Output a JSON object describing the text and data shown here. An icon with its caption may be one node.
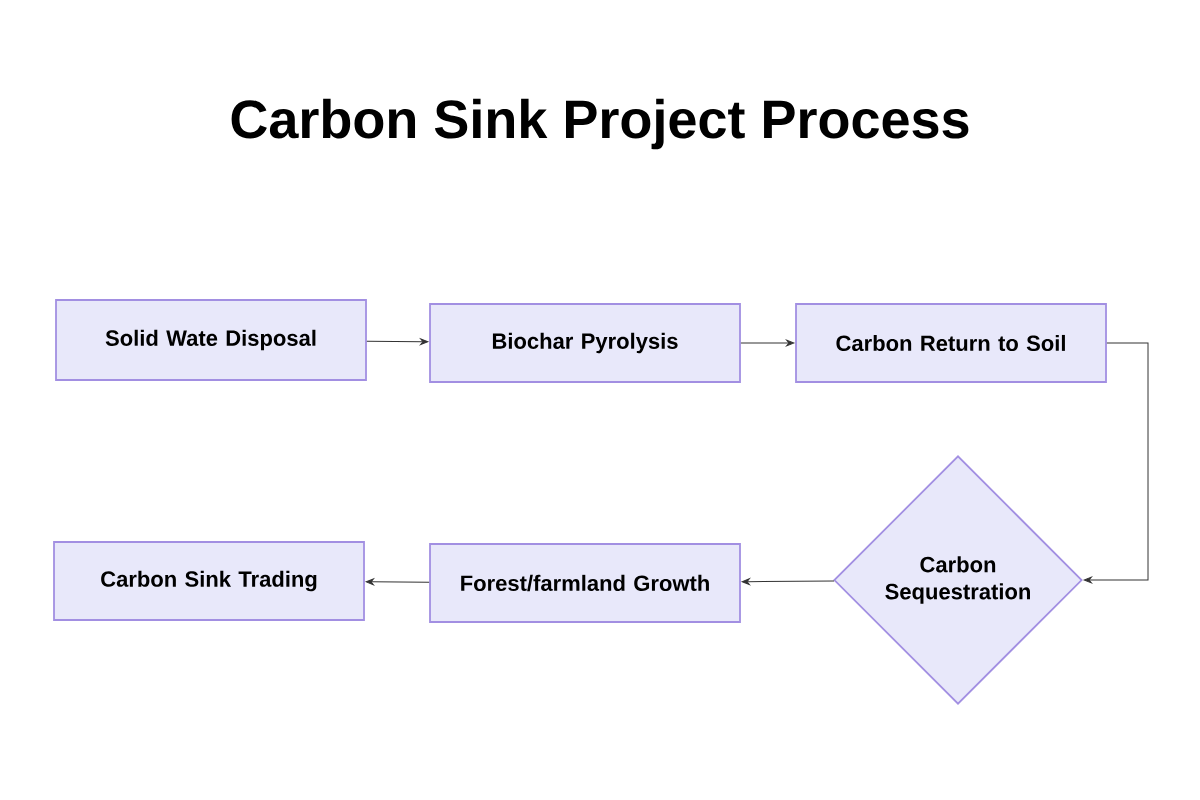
{
  "diagram": {
    "title": "Carbon Sink Project Process",
    "nodes": [
      {
        "text": [
          "Solid Wate Disposal"
        ]
      },
      {
        "text": [
          "Biochar Pyrolysis"
        ]
      },
      {
        "text": [
          "Carbon Return to Soil"
        ]
      },
      {
        "text": [
          "Carbon Sequestration"
        ]
      },
      {
        "text": [
          "Forest/farmland Growth"
        ]
      },
      {
        "text": [
          "Carbon Sink Trading"
        ]
      }
    ],
    "edges": [
      {
        "from": 0,
        "to": 1,
        "arrow": "to"
      },
      {
        "from": 1,
        "to": 2,
        "arrow": "to"
      },
      {
        "from": 2,
        "to": 3,
        "arrow": "to"
      },
      {
        "from": 3,
        "to": 4,
        "arrow": "to"
      },
      {
        "from": 4,
        "to": 5,
        "arrow": "to"
      }
    ]
  }
}
